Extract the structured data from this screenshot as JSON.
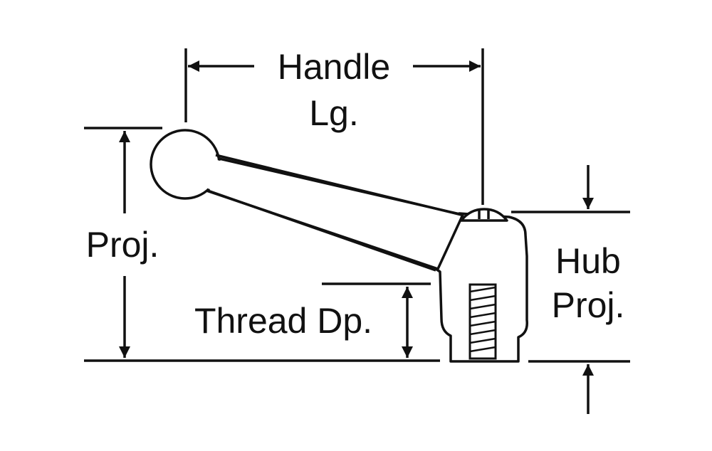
{
  "labels": {
    "handle_lg_line1": "Handle",
    "handle_lg_line2": "Lg.",
    "proj": "Proj.",
    "thread_dp": "Thread Dp.",
    "hub_proj_line1": "Hub",
    "hub_proj_line2": "Proj."
  },
  "colors": {
    "line": "#111111",
    "background": "#ffffff"
  }
}
